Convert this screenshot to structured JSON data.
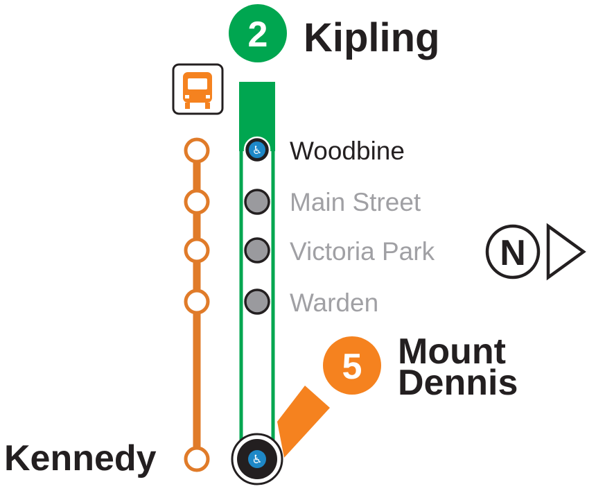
{
  "terminus_north": {
    "line_number": "2",
    "name": "Kipling",
    "line_color": "#00A650"
  },
  "terminus_south": {
    "line_number": "5",
    "name_line1": "Mount",
    "name_line2": "Dennis",
    "line_color": "#F5821F"
  },
  "interchange": {
    "name": "Kennedy",
    "accessible": true
  },
  "stations": [
    {
      "name": "Woodbine",
      "accessible": true,
      "dimmed": false
    },
    {
      "name": "Main Street",
      "accessible": false,
      "dimmed": true
    },
    {
      "name": "Victoria Park",
      "accessible": false,
      "dimmed": true
    },
    {
      "name": "Warden",
      "accessible": false,
      "dimmed": true
    }
  ],
  "north_indicator": {
    "letter": "N"
  },
  "bus_icon": {
    "icon": "bus-icon",
    "color": "#F5821F"
  },
  "colors": {
    "line2_green": "#00A650",
    "line5_orange": "#F5821F",
    "bus_orange": "#E07B29",
    "dimmed_text": "#A0A0A4",
    "station_gray": "#9A9A9E",
    "accessible_blue": "#1E88C7",
    "text_dark": "#231F20"
  }
}
